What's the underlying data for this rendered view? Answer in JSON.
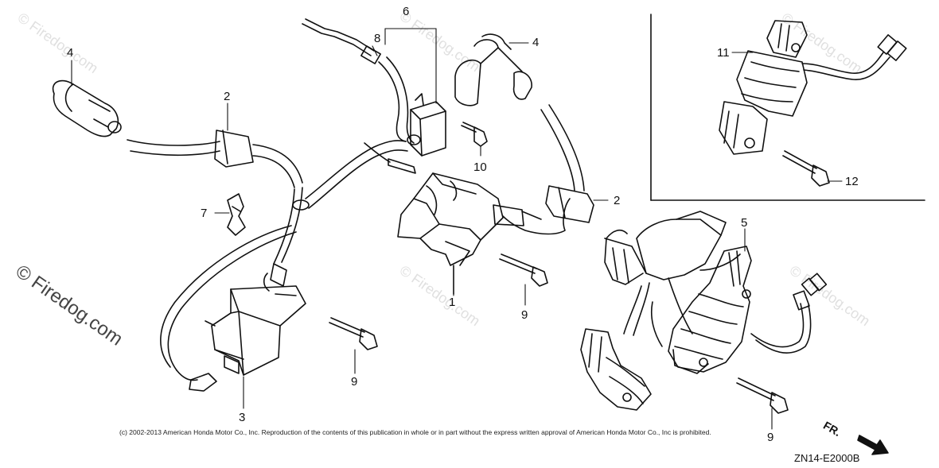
{
  "watermark": {
    "text": "© Firedog.com"
  },
  "callouts": [
    {
      "id": "c1",
      "label": "1"
    },
    {
      "id": "c2a",
      "label": "2"
    },
    {
      "id": "c2b",
      "label": "2"
    },
    {
      "id": "c3",
      "label": "3"
    },
    {
      "id": "c4a",
      "label": "4"
    },
    {
      "id": "c4b",
      "label": "4"
    },
    {
      "id": "c5",
      "label": "5"
    },
    {
      "id": "c6",
      "label": "6"
    },
    {
      "id": "c7",
      "label": "7"
    },
    {
      "id": "c8",
      "label": "8"
    },
    {
      "id": "c9a",
      "label": "9"
    },
    {
      "id": "c9b",
      "label": "9"
    },
    {
      "id": "c9c",
      "label": "9"
    },
    {
      "id": "c10",
      "label": "10"
    },
    {
      "id": "c11",
      "label": "11"
    },
    {
      "id": "c12",
      "label": "12"
    }
  ],
  "footer": {
    "copyright": "(c) 2002-2013 American Honda Motor Co., Inc. Reproduction of the contents of this publication in whole or in part without the express written approval of American Honda Motor Co., Inc is prohibited.",
    "diagram_code": "ZN14-E2000B",
    "direction_label": "FR."
  }
}
